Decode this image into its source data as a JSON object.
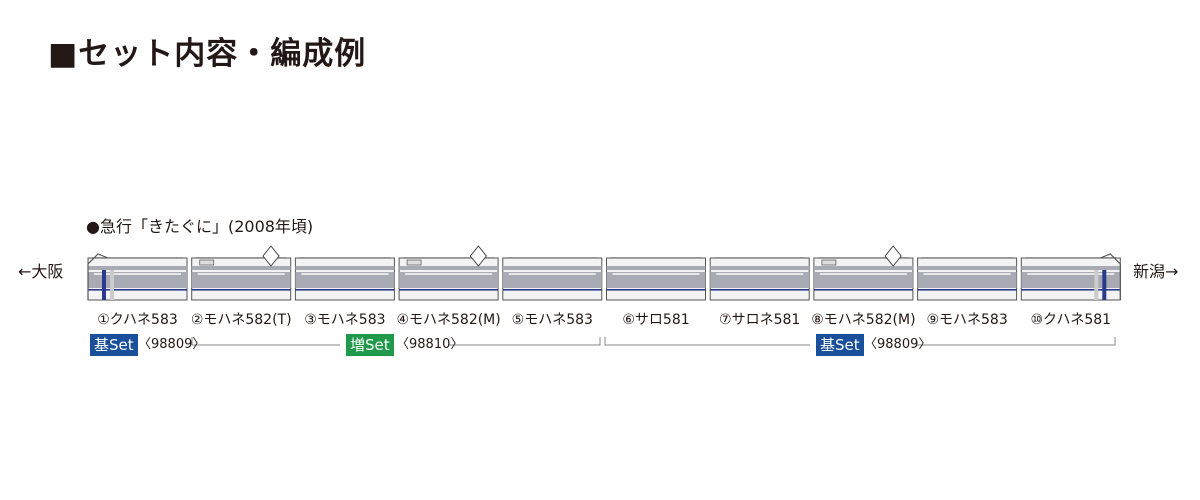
{
  "title": "■セット内容・編成例",
  "formation": {
    "name": "●急行「きたぐに」(2008年頃)",
    "direction_left": "←大阪",
    "direction_right": "新潟→"
  },
  "cars": [
    {
      "label": "①クハネ583",
      "type": "cab-front"
    },
    {
      "label": "②モハネ582(T)",
      "type": "pantograph"
    },
    {
      "label": "③モハネ583",
      "type": "middle"
    },
    {
      "label": "④モハネ582(M)",
      "type": "pantograph"
    },
    {
      "label": "⑤モハネ583",
      "type": "middle"
    },
    {
      "label": "⑥サロ581",
      "type": "middle"
    },
    {
      "label": "⑦サロネ581",
      "type": "middle"
    },
    {
      "label": "⑧モハネ582(M)",
      "type": "pantograph"
    },
    {
      "label": "⑨モハネ583",
      "type": "middle"
    },
    {
      "label": "⑩クハネ581",
      "type": "cab-rear"
    }
  ],
  "sets": [
    {
      "badge": "基Set",
      "code": "〈98809〉",
      "kind": "basic"
    },
    {
      "badge": "増Set",
      "code": "〈98810〉",
      "kind": "add"
    },
    {
      "badge": "基Set",
      "code": "〈98809〉",
      "kind": "basic"
    }
  ],
  "colors": {
    "body": "#f3f3f3",
    "stripe": "#a8abb4",
    "line": "#2a3a8c",
    "basic_badge": "#1a4f9c",
    "add_badge": "#1e9a4a",
    "bracket": "#888888"
  }
}
